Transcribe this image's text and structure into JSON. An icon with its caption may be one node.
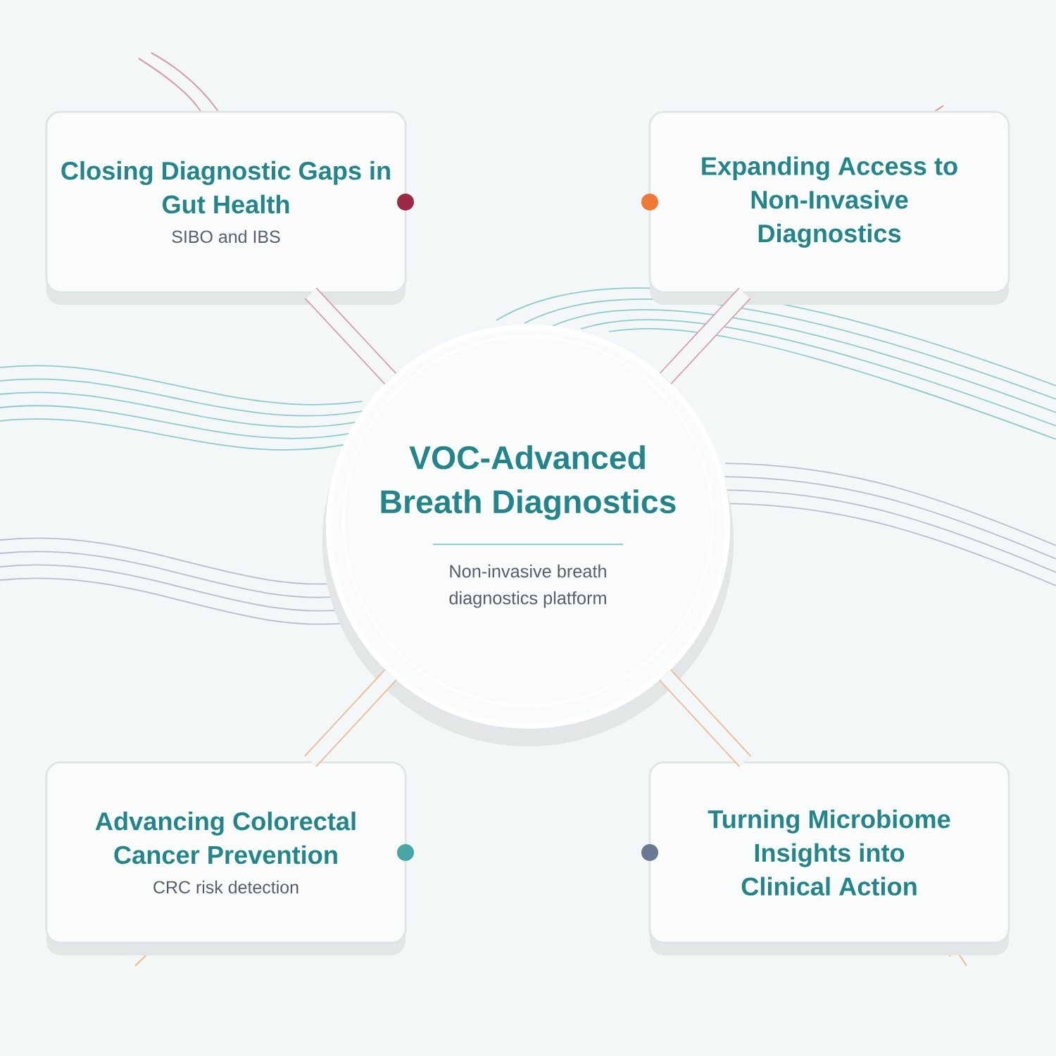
{
  "diagram": {
    "nodes": [
      {
        "text": [
          "VOC-Advanced Breath Diagnostics",
          "Non-invasive breath diagnostics platform"
        ]
      },
      {
        "text": [
          "Closing Diagnostic Gaps in Gut Health",
          "SIBO and IBS"
        ]
      },
      {
        "text": [
          "Expanding Access to Non-Invasive Diagnostics"
        ]
      },
      {
        "text": [
          "Advancing Colorectal Cancer Prevention",
          "CRC risk detection"
        ]
      },
      {
        "text": [
          "Turning Microbiome Insights into Clinical Action"
        ]
      }
    ],
    "edges": [
      {
        "from": 1,
        "to": 0,
        "arrow": "none",
        "color": "#d4a0b0"
      },
      {
        "from": 2,
        "to": 0,
        "arrow": "none",
        "color": "#d4a0b0"
      },
      {
        "from": 3,
        "to": 0,
        "arrow": "none",
        "color": "#f0b890"
      },
      {
        "from": 4,
        "to": 0,
        "arrow": "none",
        "color": "#f0b890"
      }
    ]
  }
}
